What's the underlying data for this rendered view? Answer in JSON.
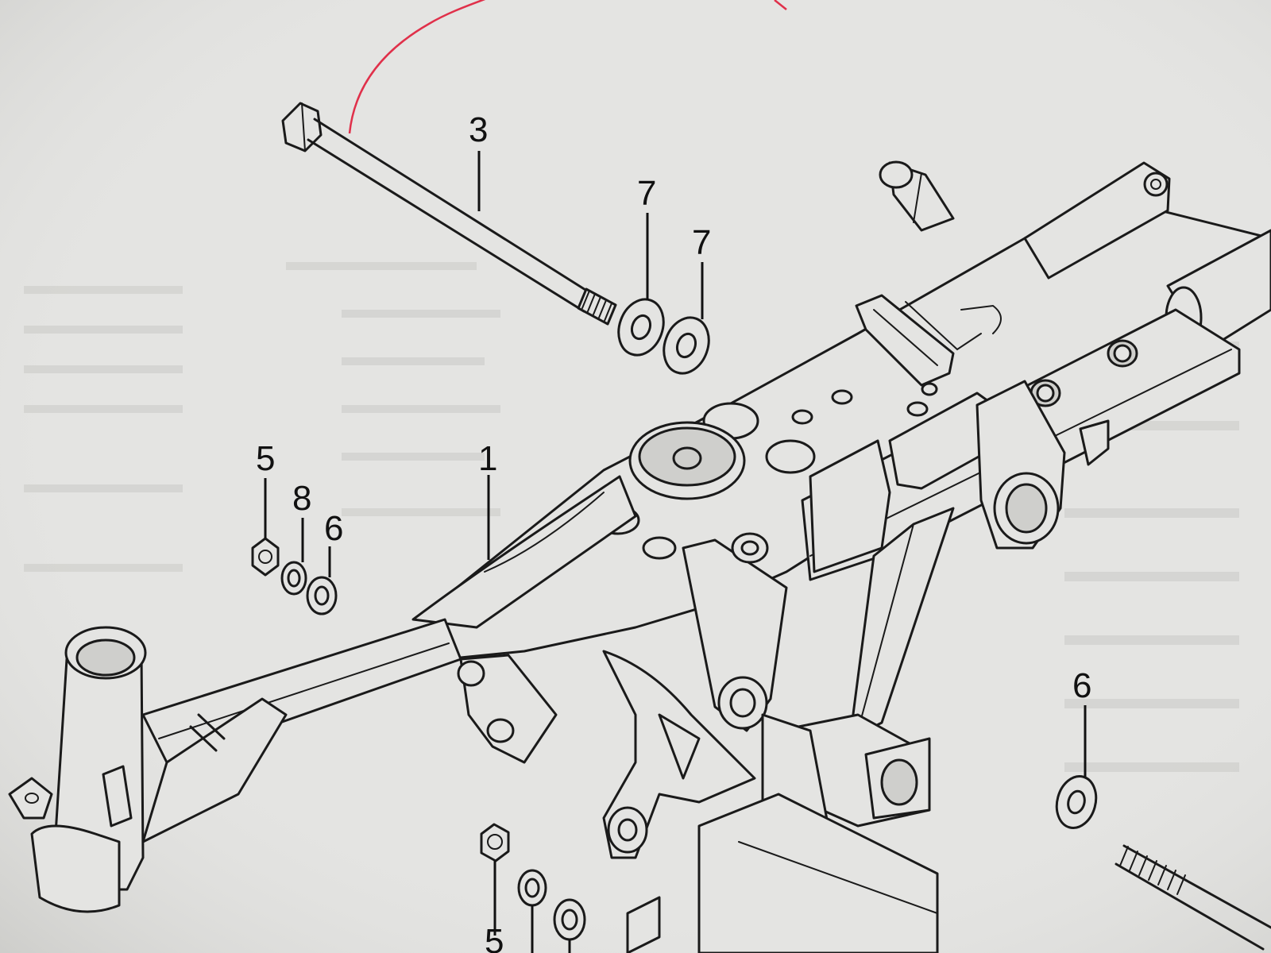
{
  "diagram": {
    "background_color": "#e4e4e2",
    "ink_color": "#1a1a1a",
    "annotation_color": "#e0304a",
    "callouts": [
      {
        "id": "callout-3-bolt",
        "label": "3"
      },
      {
        "id": "callout-7-washer-a",
        "label": "7"
      },
      {
        "id": "callout-7-washer-b",
        "label": "7"
      },
      {
        "id": "callout-5-nut-left",
        "label": "5"
      },
      {
        "id": "callout-8-lockwasher-left",
        "label": "8"
      },
      {
        "id": "callout-6-washer-left",
        "label": "6"
      },
      {
        "id": "callout-1-frame",
        "label": "1"
      },
      {
        "id": "callout-6-washer-right",
        "label": "6"
      },
      {
        "id": "callout-5-nut-bottom",
        "label": "5"
      }
    ]
  }
}
